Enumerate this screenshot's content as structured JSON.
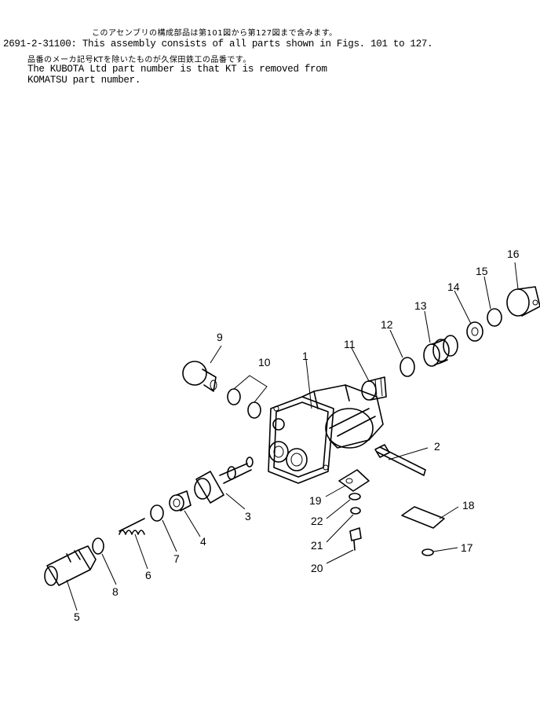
{
  "header": {
    "jp_line1": "このアセンブリの構成部品は第101図から第127図まで含みます。",
    "en_line1": "2691-2-31100: This assembly consists of all parts shown in Figs. 101 to 127.",
    "jp_line2": "品番のメーカ記号KTを除いたものが久保田鉄工の品番です。",
    "en_line2": "The KUBOTA Ltd part number is that KT is removed from",
    "en_line3": "KOMATSU part number."
  },
  "callouts": [
    "1",
    "2",
    "3",
    "4",
    "5",
    "6",
    "7",
    "8",
    "9",
    "10",
    "11",
    "12",
    "13",
    "14",
    "15",
    "16",
    "17",
    "18",
    "19",
    "20",
    "21",
    "22"
  ]
}
